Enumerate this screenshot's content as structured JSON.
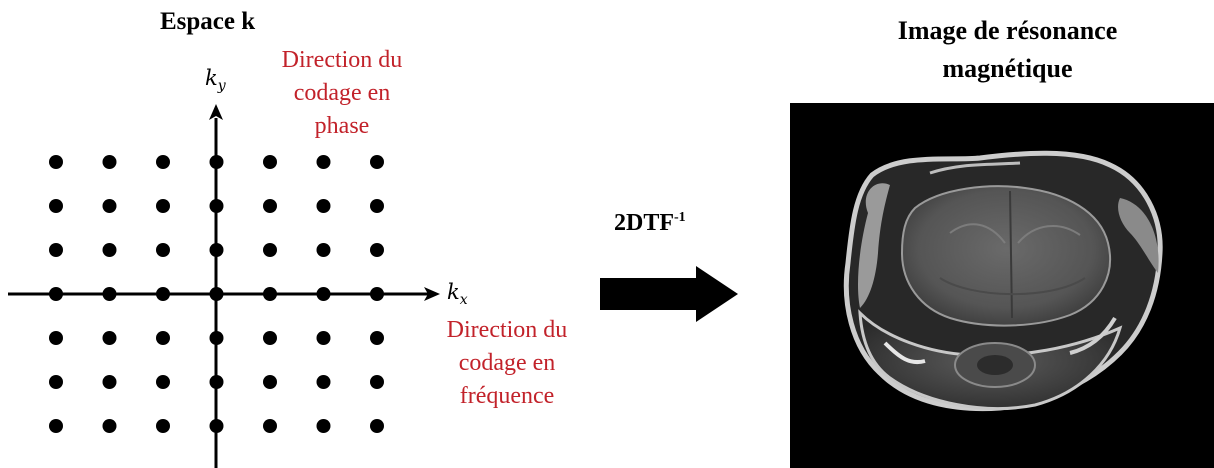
{
  "left_panel": {
    "title": "Espace k",
    "ky_label": "k",
    "ky_subscript": "y",
    "kx_label": "k",
    "kx_subscript": "x",
    "phase_note": [
      "Direction du",
      "codage en",
      "phase"
    ],
    "freq_note": [
      "Direction du",
      "codage en",
      "fréquence"
    ],
    "grid": {
      "columns": 7,
      "rows": 7
    }
  },
  "transform": {
    "label": "2DTF",
    "superscript": "-1"
  },
  "right_panel": {
    "title": [
      "Image de résonance",
      "magnétique"
    ]
  },
  "colors": {
    "annotation": "#c2222a",
    "axis": "#000000",
    "image_background": "#000000"
  }
}
